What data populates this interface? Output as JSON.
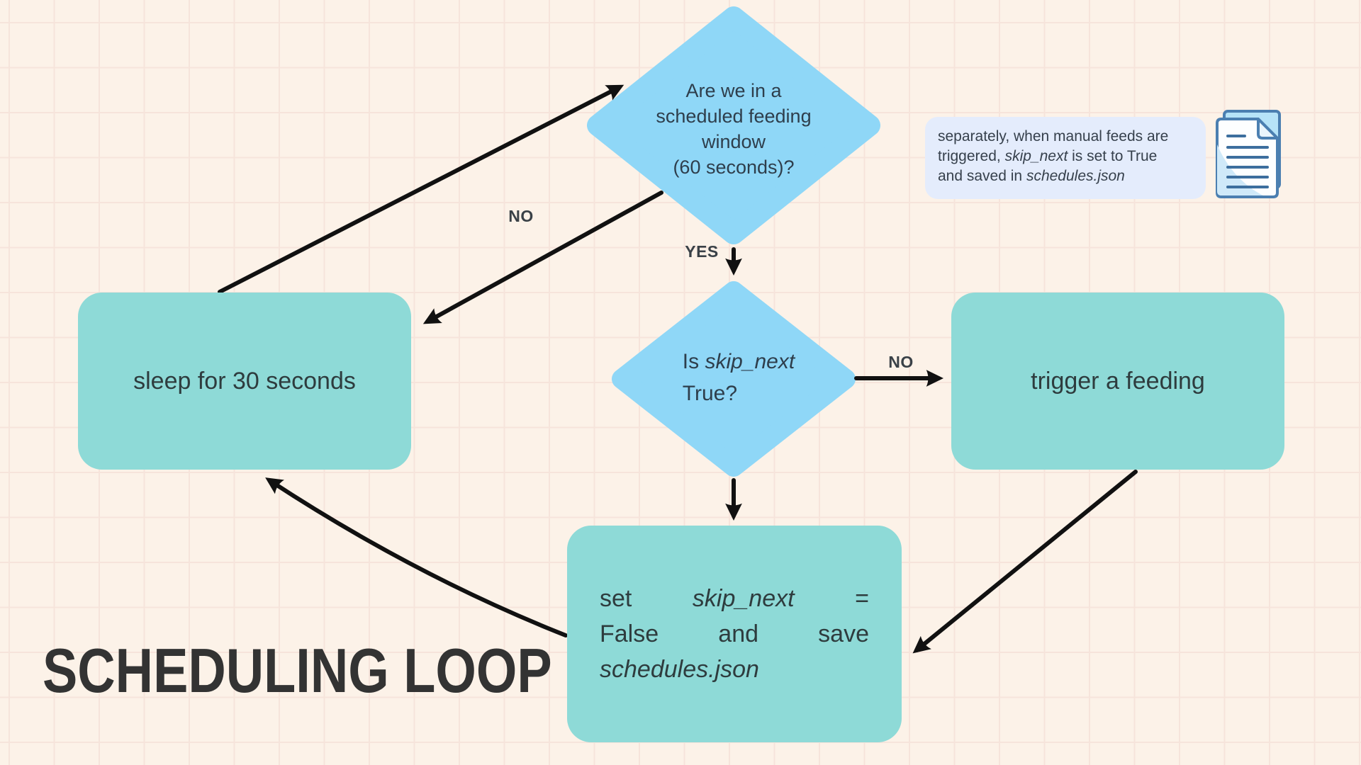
{
  "title": "SCHEDULING LOOP",
  "palette": {
    "background": "#fcf2e8",
    "grid_line": "#f6e4db",
    "decision_fill": "#8fd7f7",
    "process_fill": "#8edad7",
    "note_fill": "#e4ecfc",
    "arrow_color": "#111111",
    "text_color": "#2e3e4c",
    "title_color": "#333333",
    "icon_stroke": "#4b7fb1"
  },
  "nodes": {
    "decision1": {
      "line1": "Are we in a",
      "line2": "scheduled feeding",
      "line3": "window",
      "line4": "(60 seconds)?"
    },
    "decision2": {
      "pre": "Is ",
      "variable": "skip_next",
      "line2": "True?"
    },
    "sleep": {
      "label": "sleep for 30 seconds"
    },
    "trigger": {
      "label": "trigger a feeding"
    },
    "set": {
      "l1a": "set",
      "l1b": "skip_next",
      "l1c": "=",
      "l2a": "False",
      "l2b": "and",
      "l2c": "save",
      "l3": "schedules.json"
    }
  },
  "edge_labels": {
    "no1": "NO",
    "yes": "YES",
    "no2": "NO"
  },
  "note": {
    "line1": "separately, when manual feeds are",
    "line2_pre": "triggered, ",
    "line2_italic": "skip_next",
    "line2_post": " is set to True",
    "line3_pre": "and saved in ",
    "line3_italic": "schedules.json"
  },
  "icons": {
    "documents": "documents-icon"
  }
}
